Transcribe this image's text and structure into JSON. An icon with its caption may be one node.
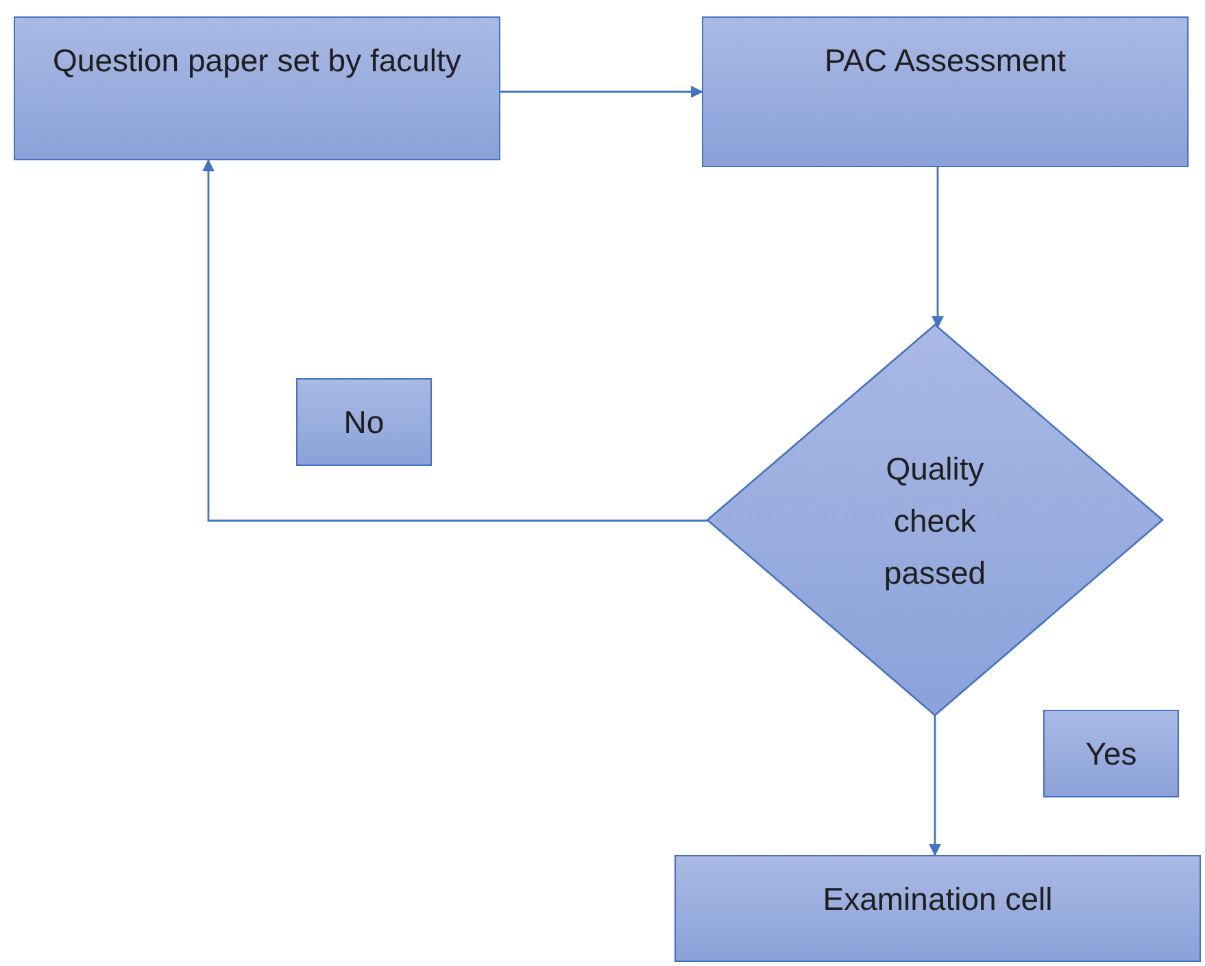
{
  "diagram": {
    "nodes": [
      {
        "text": [
          "Question paper set by faculty"
        ]
      },
      {
        "text": [
          "PAC Assessment"
        ]
      },
      {
        "text": [
          "Quality check passed"
        ]
      },
      {
        "text": [
          "No"
        ]
      },
      {
        "text": [
          "Yes"
        ]
      },
      {
        "text": [
          "Examination cell"
        ]
      }
    ],
    "edges": [
      {
        "from": 0,
        "to": 1,
        "arrow": "to"
      },
      {
        "from": 1,
        "to": 2,
        "arrow": "to"
      },
      {
        "from": 2,
        "to": 0,
        "arrow": "to"
      },
      {
        "from": 2,
        "to": 5,
        "arrow": "to"
      }
    ]
  }
}
